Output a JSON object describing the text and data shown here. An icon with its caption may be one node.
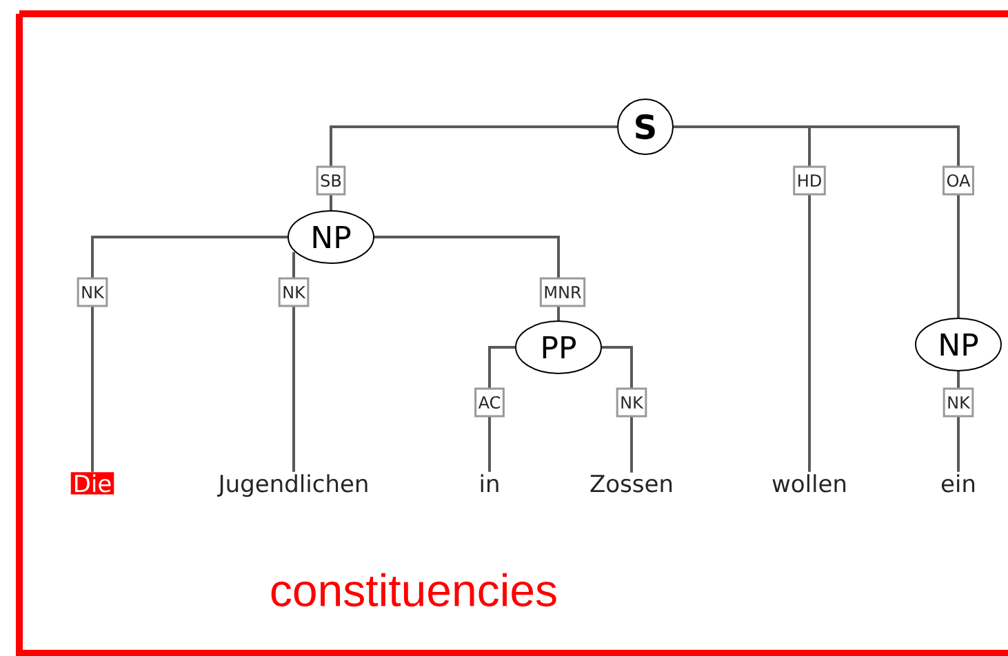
{
  "diagram": {
    "caption": "constituencies",
    "nodes": [
      {
        "text": [
          "S"
        ]
      },
      {
        "text": [
          "NP"
        ]
      },
      {
        "text": [
          "PP"
        ]
      },
      {
        "text": [
          "NP"
        ]
      },
      {
        "text": [
          "Die"
        ]
      },
      {
        "text": [
          "Jugendlichen"
        ]
      },
      {
        "text": [
          "in"
        ]
      },
      {
        "text": [
          "Zossen"
        ]
      },
      {
        "text": [
          "wollen"
        ]
      },
      {
        "text": [
          "ein"
        ]
      }
    ],
    "edges": [
      {
        "from": 0,
        "to": 1,
        "arrow": "none",
        "label": "SB"
      },
      {
        "from": 0,
        "to": 8,
        "arrow": "none",
        "label": "HD"
      },
      {
        "from": 0,
        "to": 3,
        "arrow": "none",
        "label": "OA"
      },
      {
        "from": 1,
        "to": 4,
        "arrow": "none",
        "label": "NK"
      },
      {
        "from": 1,
        "to": 5,
        "arrow": "none",
        "label": "NK"
      },
      {
        "from": 1,
        "to": 2,
        "arrow": "none",
        "label": "MNR"
      },
      {
        "from": 2,
        "to": 6,
        "arrow": "none",
        "label": "AC"
      },
      {
        "from": 2,
        "to": 7,
        "arrow": "none",
        "label": "NK"
      },
      {
        "from": 3,
        "to": 9,
        "arrow": "none",
        "label": "NK"
      }
    ]
  }
}
